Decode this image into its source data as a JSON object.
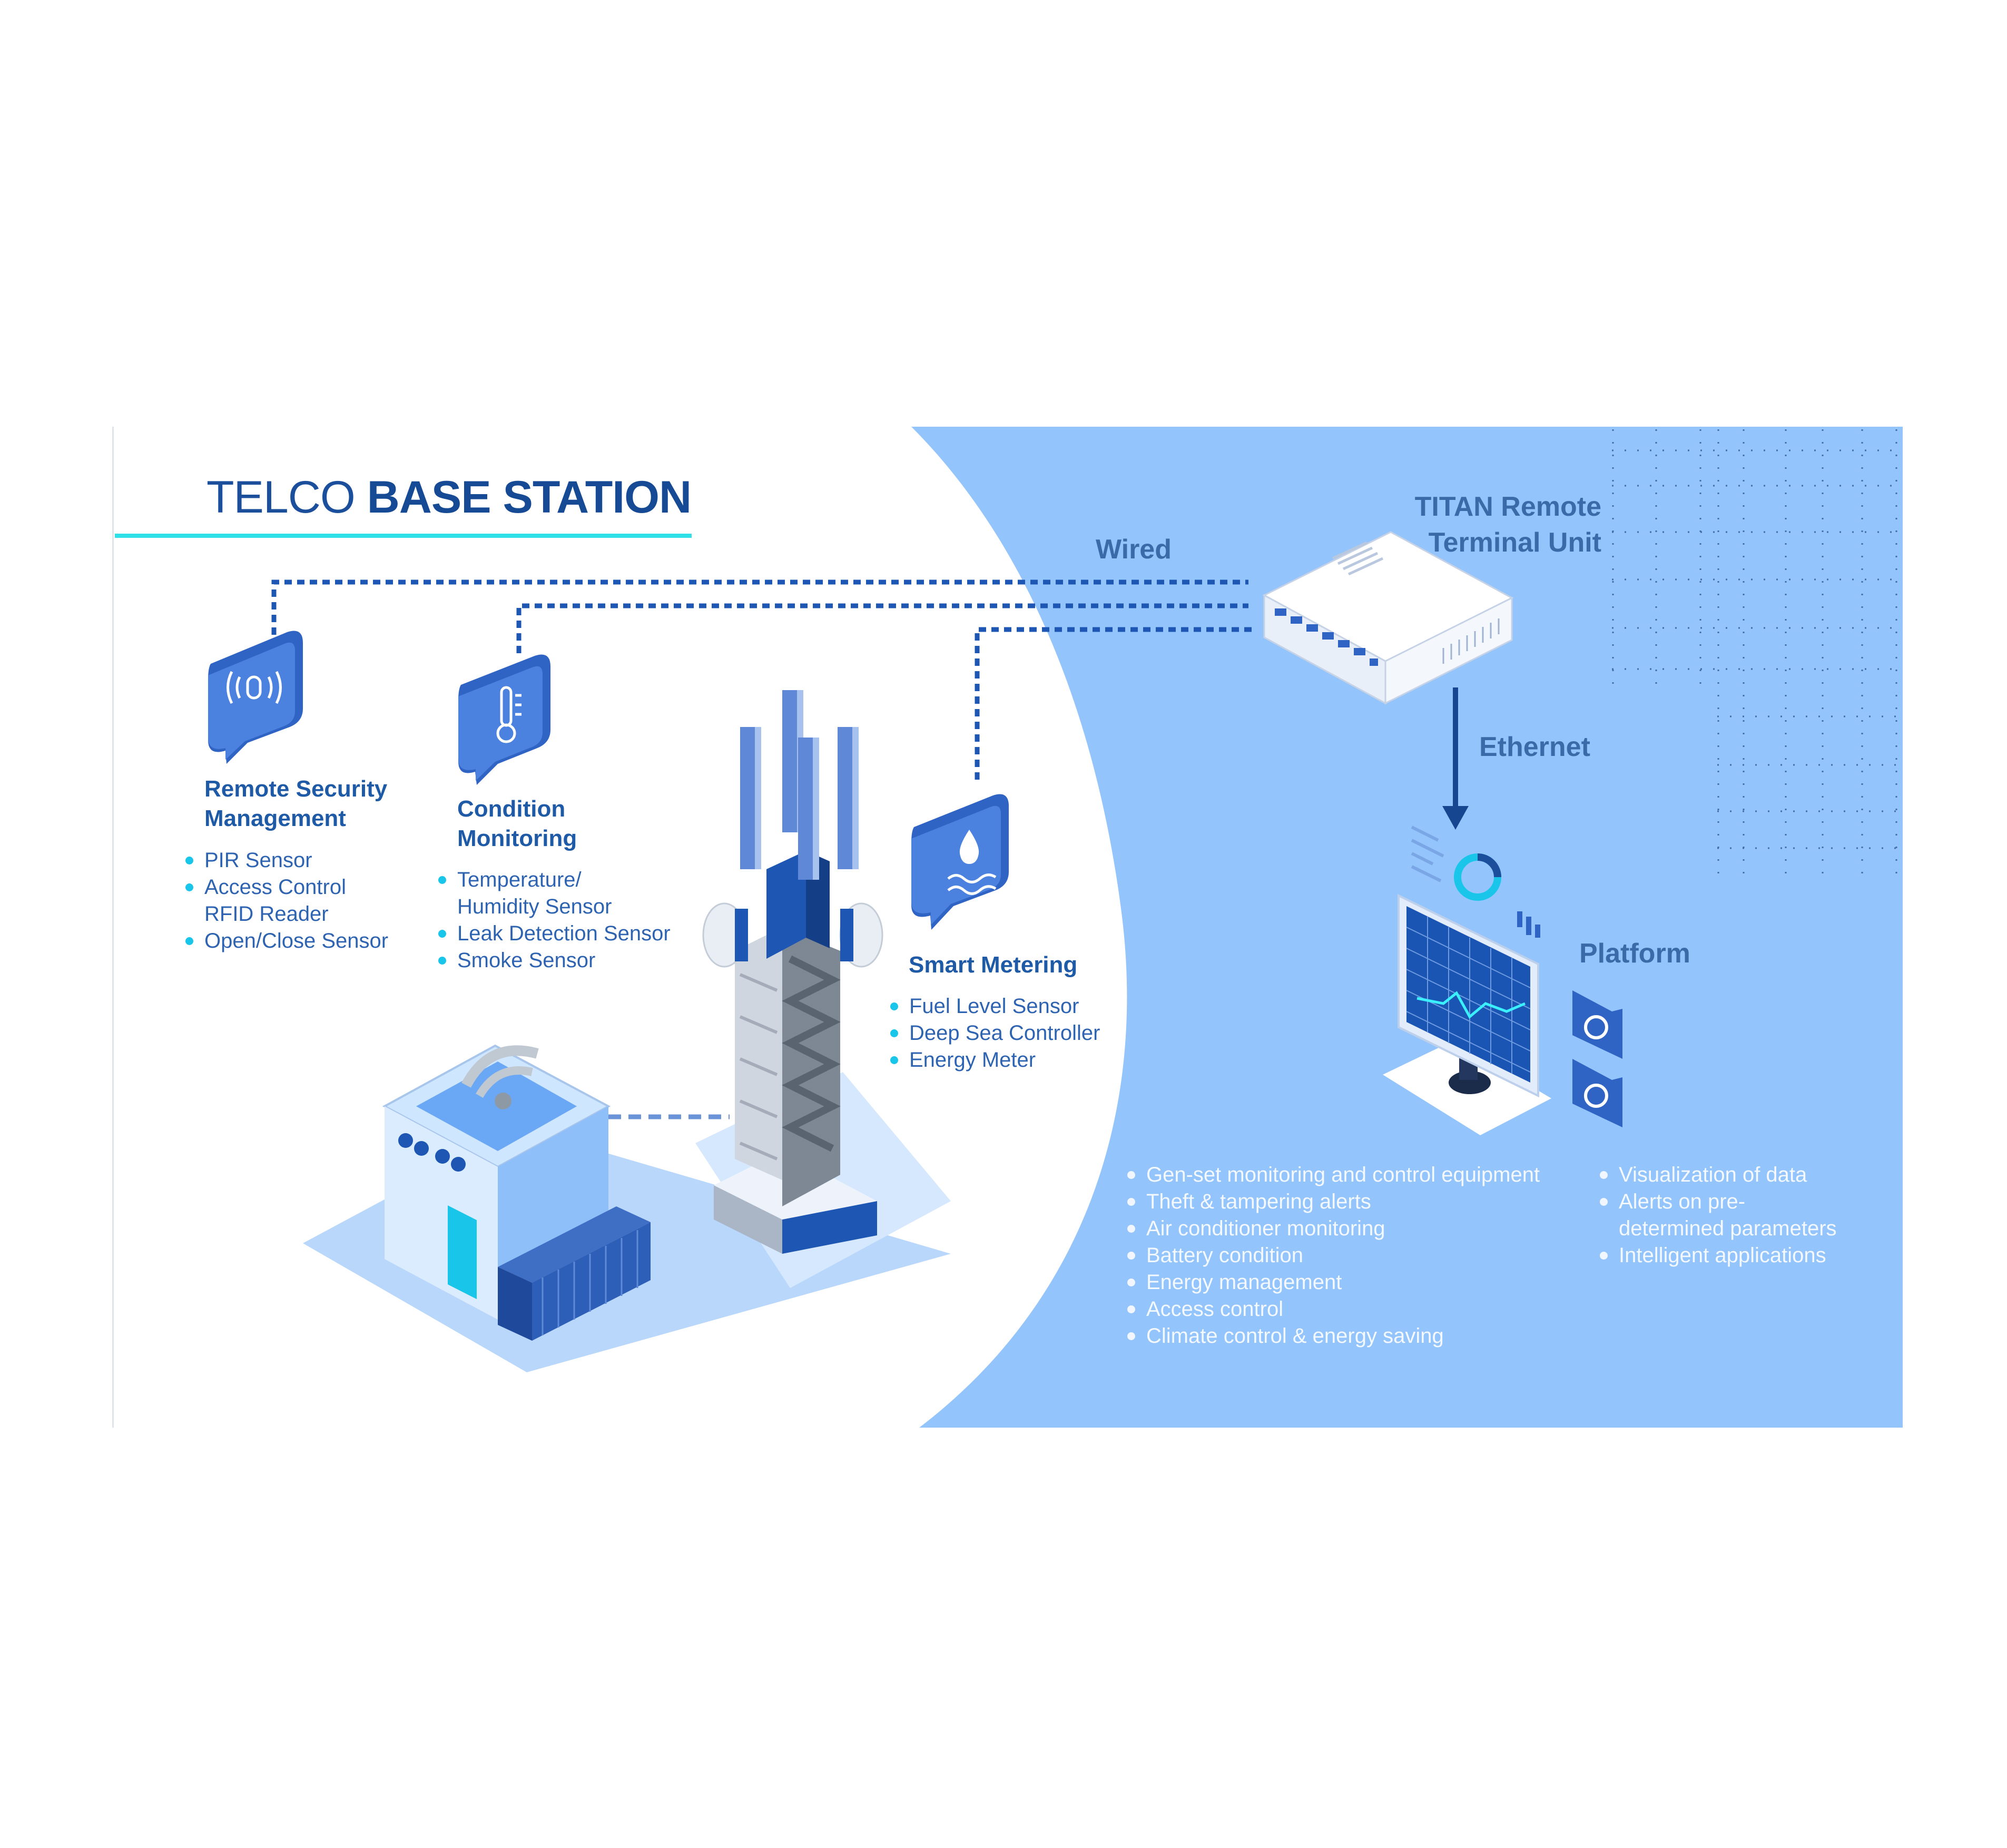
{
  "title": {
    "light": "TELCO",
    "bold": "BASE STATION"
  },
  "remote_security": {
    "heading": [
      "Remote Security",
      "Management"
    ],
    "items": [
      "PIR Sensor",
      "Access Control",
      "RFID Reader",
      "Open/Close Sensor"
    ],
    "icon": "wireless-signal-icon"
  },
  "condition_monitoring": {
    "heading": [
      "Condition",
      "Monitoring"
    ],
    "items": [
      "Temperature/",
      "Humidity Sensor",
      "Leak Detection Sensor",
      "Smoke Sensor"
    ],
    "icon": "thermometer-icon"
  },
  "smart_metering": {
    "heading": "Smart Metering",
    "items": [
      "Fuel Level Sensor",
      "Deep Sea Controller",
      "Energy Meter"
    ],
    "icon": "water-drop-icon"
  },
  "labels": {
    "wired": "Wired",
    "rtu": [
      "TITAN Remote",
      "Terminal Unit"
    ],
    "ethernet": "Ethernet",
    "platform": "Platform"
  },
  "platform_features_left": [
    "Gen-set monitoring and control equipment",
    "Theft & tampering alerts",
    "Air conditioner monitoring",
    "Battery condition",
    "Energy management",
    "Access control",
    "Climate control & energy saving"
  ],
  "platform_features_right": [
    "Visualization of data",
    "Alerts on pre-",
    "determined parameters",
    "Intelligent applications"
  ],
  "colors": {
    "panel": "#93c4fb",
    "navy": "#1b4f9c",
    "cyan": "#19c6ea",
    "dotted_line": "#1d56b3"
  }
}
